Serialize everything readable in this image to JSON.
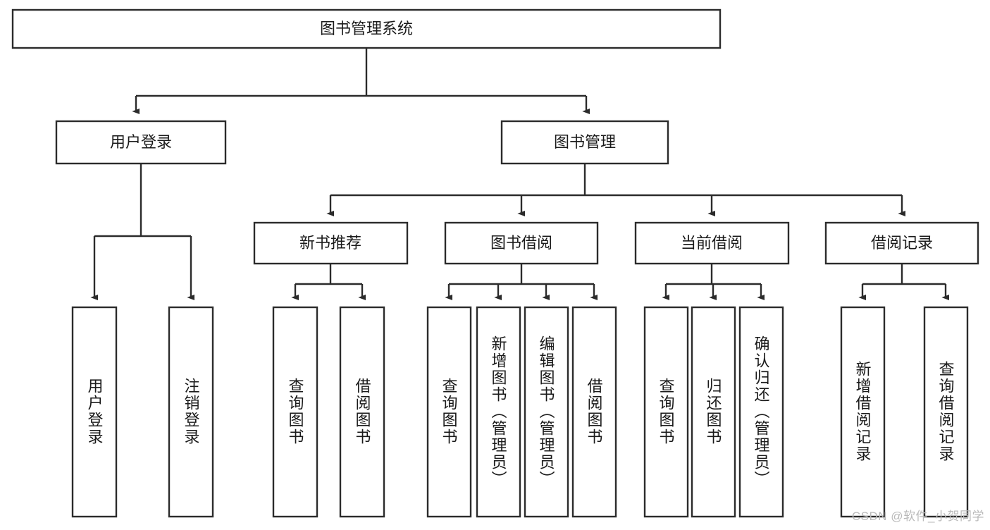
{
  "diagram": {
    "type": "tree-hierarchy",
    "title_node": {
      "id": "root",
      "label": "图书管理系统"
    },
    "level2": [
      {
        "id": "user-login",
        "label": "用户登录"
      },
      {
        "id": "book-manage",
        "label": "图书管理"
      }
    ],
    "level3": [
      {
        "id": "new-book-rec",
        "label": "新书推荐",
        "parent": "book-manage"
      },
      {
        "id": "book-borrow",
        "label": "图书借阅",
        "parent": "book-manage"
      },
      {
        "id": "current-borrow",
        "label": "当前借阅",
        "parent": "book-manage"
      },
      {
        "id": "borrow-record",
        "label": "借阅记录",
        "parent": "book-manage"
      }
    ],
    "leaves": [
      {
        "id": "leaf-user-login",
        "label": "用户登录",
        "parent": "user-login"
      },
      {
        "id": "leaf-logout-login",
        "label": "注销登录",
        "parent": "user-login"
      },
      {
        "id": "leaf-query-book-1",
        "label": "查询图书",
        "parent": "new-book-rec"
      },
      {
        "id": "leaf-borrow-book-1",
        "label": "借阅图书",
        "parent": "new-book-rec"
      },
      {
        "id": "leaf-query-book-2",
        "label": "查询图书",
        "parent": "book-borrow"
      },
      {
        "id": "leaf-add-book",
        "label": "新增图书（管理员）",
        "parent": "book-borrow"
      },
      {
        "id": "leaf-edit-book",
        "label": "编辑图书（管理员）",
        "parent": "book-borrow"
      },
      {
        "id": "leaf-borrow-book-2",
        "label": "借阅图书",
        "parent": "book-borrow"
      },
      {
        "id": "leaf-query-book-3",
        "label": "查询图书",
        "parent": "current-borrow"
      },
      {
        "id": "leaf-return-book",
        "label": "归还图书",
        "parent": "current-borrow"
      },
      {
        "id": "leaf-confirm-return",
        "label": "确认归还（管理员）",
        "parent": "current-borrow"
      },
      {
        "id": "leaf-add-record",
        "label": "新增借阅记录",
        "parent": "borrow-record"
      },
      {
        "id": "leaf-query-record",
        "label": "查询借阅记录",
        "parent": "borrow-record"
      }
    ],
    "colors": {
      "box_stroke": "#2b2b2b",
      "box_fill": "#ffffff",
      "text": "#1a1a1a",
      "connector": "#2b2b2b",
      "background": "#ffffff",
      "watermark": "#b9b9b9"
    }
  },
  "watermark": {
    "text": "CSDN @软件_小贺同学"
  }
}
